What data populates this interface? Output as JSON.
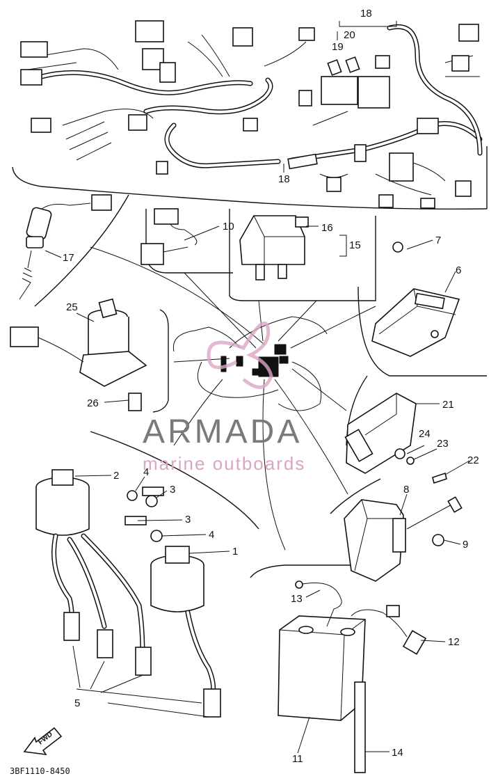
{
  "diagram": {
    "part_code": "3BF1110-8450",
    "forward_label": "FWD",
    "watermark": {
      "brand": "ARMADA",
      "tagline": "marine outboards"
    },
    "callouts": [
      {
        "id": "c18a",
        "text": "18"
      },
      {
        "id": "c20",
        "text": "20"
      },
      {
        "id": "c19",
        "text": "19"
      },
      {
        "id": "c18b",
        "text": "18"
      },
      {
        "id": "c10",
        "text": "10"
      },
      {
        "id": "c16",
        "text": "16"
      },
      {
        "id": "c15",
        "text": "15"
      },
      {
        "id": "c17",
        "text": "17"
      },
      {
        "id": "c7",
        "text": "7"
      },
      {
        "id": "c6",
        "text": "6"
      },
      {
        "id": "c25",
        "text": "25"
      },
      {
        "id": "c26",
        "text": "26"
      },
      {
        "id": "c21",
        "text": "21"
      },
      {
        "id": "c24",
        "text": "24"
      },
      {
        "id": "c23",
        "text": "23"
      },
      {
        "id": "c22",
        "text": "22"
      },
      {
        "id": "c2",
        "text": "2"
      },
      {
        "id": "c4a",
        "text": "4"
      },
      {
        "id": "c3a",
        "text": "3"
      },
      {
        "id": "c3b",
        "text": "3"
      },
      {
        "id": "c4b",
        "text": "4"
      },
      {
        "id": "c1",
        "text": "1"
      },
      {
        "id": "c8",
        "text": "8"
      },
      {
        "id": "c9",
        "text": "9"
      },
      {
        "id": "c13",
        "text": "13"
      },
      {
        "id": "c12",
        "text": "12"
      },
      {
        "id": "c5",
        "text": "5"
      },
      {
        "id": "c11",
        "text": "11"
      },
      {
        "id": "c14",
        "text": "14"
      }
    ]
  }
}
